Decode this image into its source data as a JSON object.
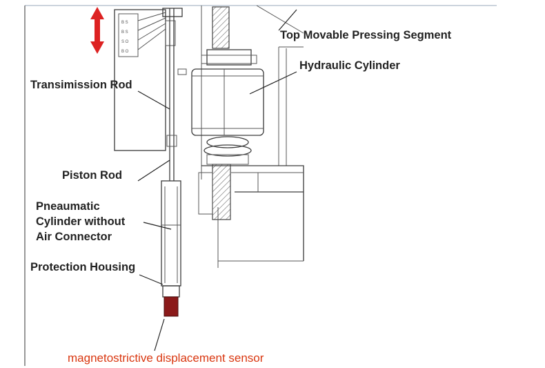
{
  "labels": {
    "top_segment": "Top Movable Pressing Segment",
    "hydraulic_cylinder": "Hydraulic Cylinder",
    "transmission_rod": "Transimission Rod",
    "piston_rod": "Piston Rod",
    "pneumatic_line1": "Pneaumatic",
    "pneumatic_line2": "Cylinder without",
    "pneumatic_line3": "Air Connector",
    "protection_housing": "Protection Housing",
    "sensor": "magnetostrictive displacement sensor"
  },
  "colors": {
    "arrow": "#dd2222",
    "sensor_text": "#d9360f",
    "sensor_body": "#8b1a1a"
  }
}
